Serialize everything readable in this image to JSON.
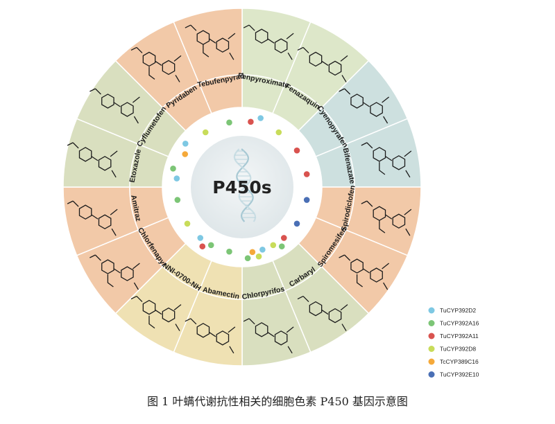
{
  "center_title": "P450s",
  "caption": "图 1 叶螨代谢抗性相关的细胞色素 P450 基因示意图",
  "colors": {
    "orange": "#f2c9a8",
    "olive": "#d9dfbf",
    "green": "#dde7c9",
    "teal": "#cde0df",
    "sand": "#efe1b3",
    "ring": "#ffffff",
    "center": "#e9eeef"
  },
  "segments": [
    {
      "label": "Fenpyroximate",
      "color": "green"
    },
    {
      "label": "Fenazaquin",
      "color": "green"
    },
    {
      "label": "Cyenopyrafen",
      "color": "teal"
    },
    {
      "label": "Bifenazate",
      "color": "teal"
    },
    {
      "label": "Spirodiclofen",
      "color": "orange"
    },
    {
      "label": "Spiromesifen",
      "color": "orange"
    },
    {
      "label": "Carbaryl",
      "color": "olive"
    },
    {
      "label": "Chlorpyrifos",
      "color": "olive"
    },
    {
      "label": "Abamectin",
      "color": "sand"
    },
    {
      "label": "NNI-0700-NH",
      "color": "sand"
    },
    {
      "label": "Chlorfenapyr",
      "color": "orange"
    },
    {
      "label": "Amitraz",
      "color": "orange"
    },
    {
      "label": "Etoxazole",
      "color": "olive"
    },
    {
      "label": "Cyflumetofen",
      "color": "olive"
    },
    {
      "label": "Pyridaben",
      "color": "orange"
    },
    {
      "label": "Tebufenpyrad",
      "color": "orange"
    }
  ],
  "legend": [
    {
      "label": "TuCYP392D2",
      "color": "#7ec8e3"
    },
    {
      "label": "TuCYP392A16",
      "color": "#7cc576"
    },
    {
      "label": "TuCYP392A11",
      "color": "#d9534f"
    },
    {
      "label": "TuCYP392D8",
      "color": "#c8dc5a"
    },
    {
      "label": "TcCYP389C16",
      "color": "#f5a93a"
    },
    {
      "label": "TuCYP392E10",
      "color": "#4a6fb5"
    }
  ],
  "gene_dots": [
    {
      "segment": 0,
      "genes": [
        2,
        0
      ]
    },
    {
      "segment": 1,
      "genes": [
        3
      ]
    },
    {
      "segment": 2,
      "genes": [
        2
      ]
    },
    {
      "segment": 3,
      "genes": [
        2
      ]
    },
    {
      "segment": 4,
      "genes": [
        5
      ]
    },
    {
      "segment": 5,
      "genes": [
        5
      ]
    },
    {
      "segment": 6,
      "genes": [
        2,
        1,
        3
      ]
    },
    {
      "segment": 7,
      "genes": [
        0,
        3,
        4,
        1
      ]
    },
    {
      "segment": 8,
      "genes": [
        1
      ]
    },
    {
      "segment": 9,
      "genes": [
        1,
        2,
        0
      ]
    },
    {
      "segment": 10,
      "genes": [
        3
      ]
    },
    {
      "segment": 11,
      "genes": [
        1
      ]
    },
    {
      "segment": 12,
      "genes": [
        0,
        1
      ]
    },
    {
      "segment": 13,
      "genes": [
        4,
        0
      ]
    },
    {
      "segment": 14,
      "genes": [
        3
      ]
    },
    {
      "segment": 15,
      "genes": [
        1
      ]
    }
  ]
}
